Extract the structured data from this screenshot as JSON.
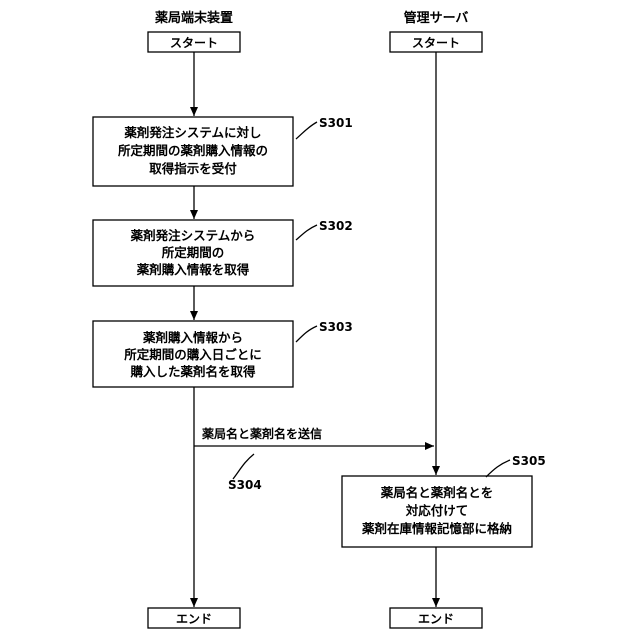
{
  "lanes": {
    "pharmacy": "薬局端末装置",
    "server": "管理サーバ"
  },
  "terminals": {
    "start": "スタート",
    "end": "エンド"
  },
  "steps": [
    {
      "id": "S301",
      "lines": [
        "薬剤発注システムに対し",
        "所定期間の薬剤購入情報の",
        "取得指示を受付"
      ]
    },
    {
      "id": "S302",
      "lines": [
        "薬剤発注システムから",
        "所定期間の",
        "薬剤購入情報を取得"
      ]
    },
    {
      "id": "S303",
      "lines": [
        "薬剤購入情報から",
        "所定期間の購入日ごとに",
        "購入した薬剤名を取得"
      ]
    },
    {
      "id": "S305",
      "lines": [
        "薬局名と薬剤名とを",
        "対応付けて",
        "薬剤在庫情報記憶部に格納"
      ]
    }
  ],
  "message": {
    "label": "薬局名と薬剤名を送信",
    "step": "S304"
  }
}
